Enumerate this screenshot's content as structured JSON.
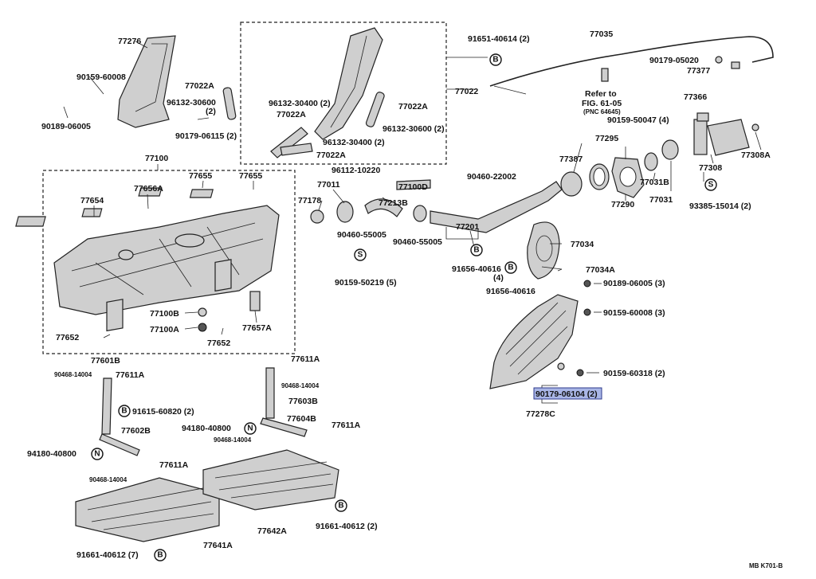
{
  "labels": [
    {
      "id": "p77276",
      "text": "77276"
    },
    {
      "id": "p90159_60008a",
      "text": "90159-60008"
    },
    {
      "id": "p90189_06005a",
      "text": "90189-06005"
    },
    {
      "id": "p90179_06115",
      "text": "90179-06115 (2)"
    },
    {
      "id": "p77022A_1",
      "text": "77022A"
    },
    {
      "id": "p96132_30600a",
      "text": "96132-30600"
    },
    {
      "id": "p96132_30600a2",
      "text": "(2)"
    },
    {
      "id": "p96132_30400a",
      "text": "96132-30400 (2)"
    },
    {
      "id": "p77022A_2",
      "text": "77022A"
    },
    {
      "id": "p77022A_3",
      "text": "77022A"
    },
    {
      "id": "p77022A_4",
      "text": "77022A"
    },
    {
      "id": "p96132_30600b",
      "text": "96132-30600 (2)"
    },
    {
      "id": "p96132_30400b",
      "text": "96132-30400 (2)"
    },
    {
      "id": "p77022",
      "text": "77022"
    },
    {
      "id": "p91651_40614",
      "text": "91651-40614 (2)"
    },
    {
      "id": "p77035",
      "text": "77035"
    },
    {
      "id": "p90179_05020",
      "text": "90179-05020"
    },
    {
      "id": "p77377",
      "text": "77377"
    },
    {
      "id": "pRefer1",
      "text": "Refer to"
    },
    {
      "id": "pRefer2",
      "text": "FIG. 61-05"
    },
    {
      "id": "pRefer3",
      "text": "(PNC 64645)"
    },
    {
      "id": "p77366",
      "text": "77366"
    },
    {
      "id": "p90159_50047",
      "text": "90159-50047 (4)"
    },
    {
      "id": "p77295",
      "text": "77295"
    },
    {
      "id": "p77387",
      "text": "77387"
    },
    {
      "id": "p77308A",
      "text": "77308A"
    },
    {
      "id": "p77308",
      "text": "77308"
    },
    {
      "id": "p77031B",
      "text": "77031B"
    },
    {
      "id": "p77290",
      "text": "77290"
    },
    {
      "id": "p77031",
      "text": "77031"
    },
    {
      "id": "p93385_15014",
      "text": "93385-15014 (2)"
    },
    {
      "id": "p77100",
      "text": "77100"
    },
    {
      "id": "p77656A",
      "text": "77656A"
    },
    {
      "id": "p77655a",
      "text": "77655"
    },
    {
      "id": "p77655b",
      "text": "77655"
    },
    {
      "id": "p77654",
      "text": "77654"
    },
    {
      "id": "p96112_10220",
      "text": "96112-10220"
    },
    {
      "id": "p90460_22002",
      "text": "90460-22002"
    },
    {
      "id": "p77011",
      "text": "77011"
    },
    {
      "id": "p77100D",
      "text": "77100D"
    },
    {
      "id": "p77178",
      "text": "77178"
    },
    {
      "id": "p77213B",
      "text": "77213B"
    },
    {
      "id": "p90460_55005a",
      "text": "90460-55005"
    },
    {
      "id": "p90460_55005b",
      "text": "90460-55005"
    },
    {
      "id": "p77201",
      "text": "77201"
    },
    {
      "id": "p77034",
      "text": "77034"
    },
    {
      "id": "p91656_40616a",
      "text": "91656-40616"
    },
    {
      "id": "p91656_40616a2",
      "text": "(4)"
    },
    {
      "id": "p91656_40616b",
      "text": "91656-40616"
    },
    {
      "id": "p77034A",
      "text": "77034A"
    },
    {
      "id": "p90159_50219",
      "text": "90159-50219 (5)"
    },
    {
      "id": "p90189_06005b",
      "text": "90189-06005 (3)"
    },
    {
      "id": "p90159_60008b",
      "text": "90159-60008 (3)"
    },
    {
      "id": "p77100B",
      "text": "77100B"
    },
    {
      "id": "p77100A",
      "text": "77100A"
    },
    {
      "id": "p77652a",
      "text": "77652"
    },
    {
      "id": "p77652b",
      "text": "77652"
    },
    {
      "id": "p77657A",
      "text": "77657A"
    },
    {
      "id": "p90159_60318",
      "text": "90159-60318 (2)"
    },
    {
      "id": "p90179_06104",
      "text": "90179-06104 (2)"
    },
    {
      "id": "p77278C",
      "text": "77278C"
    },
    {
      "id": "p77601B",
      "text": "77601B"
    },
    {
      "id": "p77611A_1",
      "text": "77611A"
    },
    {
      "id": "p90468_14004a",
      "text": "90468-14004"
    },
    {
      "id": "p77611A_2",
      "text": "77611A"
    },
    {
      "id": "p91615_60820",
      "text": "91615-60820 (2)"
    },
    {
      "id": "p77602B",
      "text": "77602B"
    },
    {
      "id": "p94180_40800a",
      "text": "94180-40800"
    },
    {
      "id": "p77611A_3",
      "text": "77611A"
    },
    {
      "id": "p90468_14004b",
      "text": "90468-14004"
    },
    {
      "id": "p90468_14004c",
      "text": "90468-14004"
    },
    {
      "id": "p77603B",
      "text": "77603B"
    },
    {
      "id": "p77604B",
      "text": "77604B"
    },
    {
      "id": "p94180_40800b",
      "text": "94180-40800"
    },
    {
      "id": "p90468_14004d",
      "text": "90468-14004"
    },
    {
      "id": "p77611A_4",
      "text": "77611A"
    },
    {
      "id": "p77641A",
      "text": "77641A"
    },
    {
      "id": "p77642A",
      "text": "77642A"
    },
    {
      "id": "p91661_40612a",
      "text": "91661-40612 (2)"
    },
    {
      "id": "p91661_40612b",
      "text": "91661-40612 (7)"
    },
    {
      "id": "pFooter",
      "text": "MB  K701-B"
    }
  ],
  "symbols": {
    "bolt": "B",
    "stud": "S",
    "nut": "N"
  },
  "highlight_part": "90179-06104 (2)",
  "colors": {
    "highlight_fill": "#a9b6e6",
    "highlight_stroke": "#2d3a8c",
    "part_fill": "#cfcfcf",
    "ink": "#111111"
  }
}
